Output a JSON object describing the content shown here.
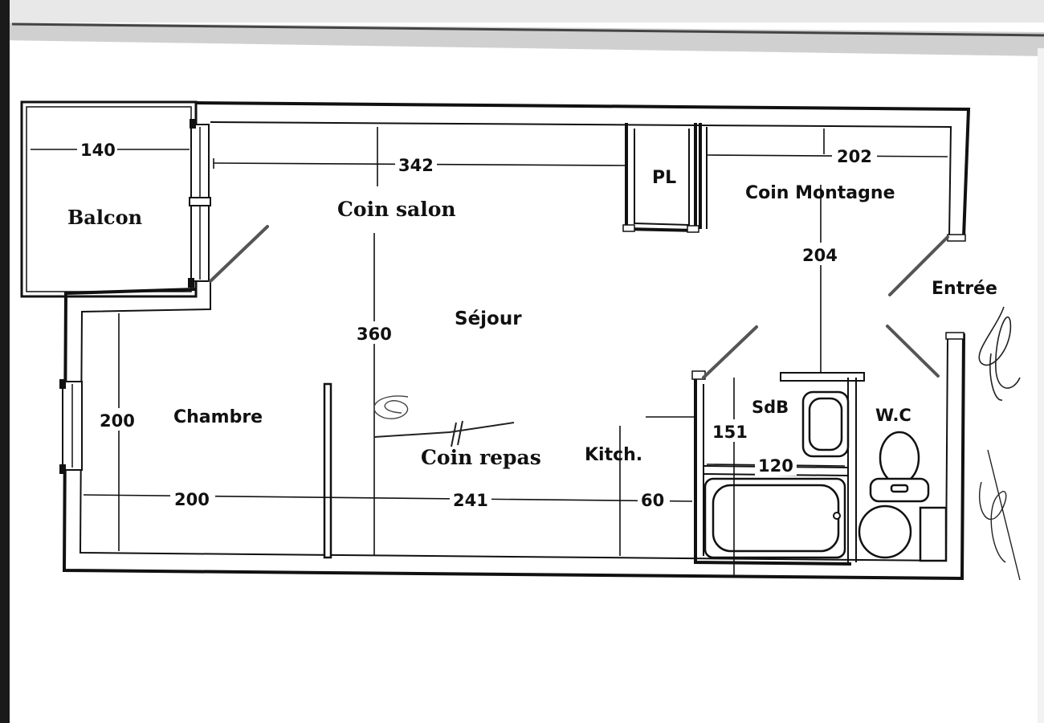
{
  "plan": {
    "rooms": {
      "balcon": "Balcon",
      "coin_salon": "Coin salon",
      "pl": "PL",
      "coin_montagne": "Coin Montagne",
      "sejour": "Séjour",
      "entree": "Entrée",
      "chambre": "Chambre",
      "coin_repas": "Coin repas",
      "kitch": "Kitch.",
      "sdb": "SdB",
      "wc": "W.C"
    },
    "dimensions": {
      "balcon_width": "140",
      "salon_width": "342",
      "montagne_width": "202",
      "montagne_depth": "204",
      "sejour_depth": "360",
      "chambre_depth": "200",
      "chambre_width": "200",
      "repas_width": "241",
      "kitch_width": "60",
      "sdb_depth": "151",
      "sdb_width": "120"
    }
  }
}
